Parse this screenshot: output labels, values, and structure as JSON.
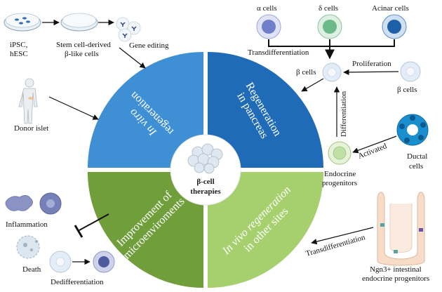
{
  "center": {
    "line1": "β-cell",
    "line2": "therapies"
  },
  "quadrants": {
    "top_left": {
      "line1": "In vitro",
      "line2": "regeneration",
      "color": "#3e8fd4"
    },
    "top_right": {
      "line1": "Regeneration",
      "line2": "in pancreas",
      "color": "#1f6bb8"
    },
    "bottom_left": {
      "line1": "Improvement of",
      "line2": "microenviroments",
      "color": "#6f9e3a"
    },
    "bottom_right": {
      "line1": "In vivo regeneration",
      "line2": "in other sites",
      "color": "#a6cf6e"
    }
  },
  "labels": {
    "ipsc_1": "iPSC,",
    "ipsc_2": "hESC",
    "stem_1": "Stem cell-derived",
    "stem_2": "β-like cells",
    "gene_editing": "Gene editing",
    "donor_islet": "Donor islet",
    "alpha_cells": "α cells",
    "delta_cells": "δ cells",
    "acinar_cells": "Acinar cells",
    "transdifferentiation_top": "Transdifferentiation",
    "beta_cells_left": "β cells",
    "proliferation": "Proliferation",
    "beta_cells_right": "β cells",
    "differentiation": "Differentiation",
    "activated": "Activated",
    "ductal_1": "Ductal",
    "ductal_2": "cells",
    "endocrine_1": "Endocrine",
    "endocrine_2": "progenitors",
    "inflammation": "Inflammation",
    "death": "Death",
    "dedifferentiation": "Dedifferentiation",
    "transdifferentiation_bottom": "Transdifferentiation",
    "ngn3_1": "Ngn3+ intestinal",
    "ngn3_2": "endocrine progenitors"
  },
  "colors": {
    "alpha": "#6f7fc9",
    "delta": "#6cb98a",
    "acinar": "#1e5fa8",
    "beta": "#e3edf7",
    "endocrine": "#bfe0a6",
    "ductal": "#1a8fd0"
  }
}
